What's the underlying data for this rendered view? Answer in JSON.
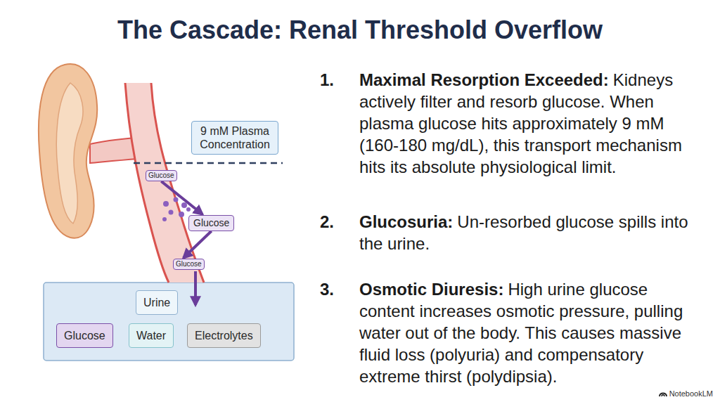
{
  "diagram": {
    "title": "The Cascade: Renal Threshold Overflow",
    "nodes": [
      {
        "text": [
          "9 mM Plasma Concentration"
        ]
      },
      {
        "text": [
          "Glucose"
        ]
      },
      {
        "text": [
          "Glucose"
        ]
      },
      {
        "text": [
          "Glucose"
        ]
      },
      {
        "text": [
          "Urine"
        ]
      },
      {
        "text": [
          "Glucose"
        ]
      },
      {
        "text": [
          "Water"
        ]
      },
      {
        "text": [
          "Electrolytes"
        ]
      }
    ],
    "edges": [
      {
        "from": 1,
        "to": 2,
        "arrow": "to"
      },
      {
        "from": 2,
        "to": 3,
        "arrow": "to"
      }
    ],
    "labels": [
      "1.",
      "Maximal Resorption Exceeded:",
      "Kidneys actively filter and resorb glucose. When plasma glucose hits approximately 9 mM (160-180 mg/dL), this transport mechanism hits its absolute physiological limit.",
      "2.",
      "Glucosuria:",
      "Un-resorbed glucose spills into the urine.",
      "3.",
      "Osmotic Diuresis:",
      "High urine glucose content increases osmotic pressure, pulling water out of the body. This causes massive fluid loss (polyuria) and compensatory extreme thirst (polydipsia).",
      "NotebookLM"
    ]
  }
}
